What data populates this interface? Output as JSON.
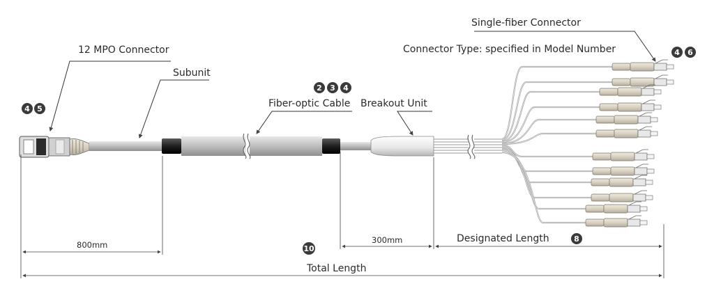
{
  "labels": {
    "mpo_connector": "12 MPO Connector",
    "subunit": "Subunit",
    "fiber_optic_cable": "Fiber-optic Cable",
    "breakout_unit": "Breakout Unit",
    "single_fiber_connector": "Single-fiber Connector",
    "connector_type": "Connector Type: specified in Model Number",
    "designated_length": "Designated Length",
    "total_length": "Total Length",
    "dim_800": "800mm",
    "dim_300": "300mm"
  },
  "badges": {
    "mpo": [
      "4",
      "5"
    ],
    "cable": [
      "2",
      "3",
      "4"
    ],
    "single_fiber": [
      "4",
      "6"
    ],
    "designated_length": "8",
    "total_length": "10"
  },
  "colors": {
    "badge": "#3a3a3a",
    "cable_gray": "#c9c9c9",
    "boot_black": "#1f1f1f",
    "connector_beige": "#d9d2c3"
  }
}
